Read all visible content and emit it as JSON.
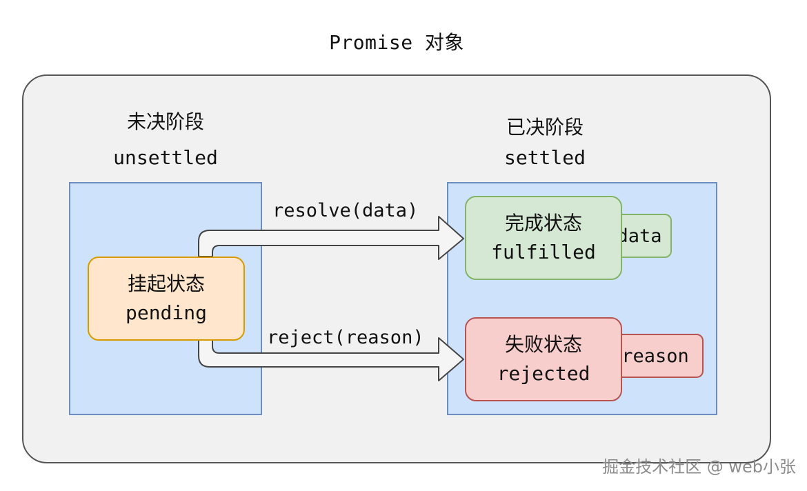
{
  "title": "Promise 对象",
  "unsettled": {
    "zh": "未决阶段",
    "en": "unsettled"
  },
  "settled": {
    "zh": "已决阶段",
    "en": "settled"
  },
  "pending": {
    "zh": "挂起状态",
    "en": "pending"
  },
  "fulfilled": {
    "zh": "完成状态",
    "en": "fulfilled",
    "tag": "data"
  },
  "rejected": {
    "zh": "失败状态",
    "en": "rejected",
    "tag": "reason"
  },
  "edges": {
    "resolve": "resolve(data)",
    "reject": "reject(reason)"
  },
  "watermark": "掘金技术社区 @ web小张",
  "colors": {
    "phase_fill": "#cfe2fb",
    "pending_fill": "#ffe6cc",
    "fulfilled_fill": "#d5e8d4",
    "rejected_fill": "#f8cecc"
  }
}
